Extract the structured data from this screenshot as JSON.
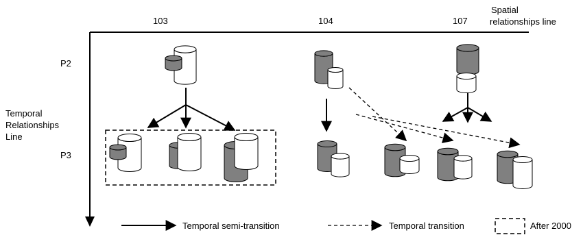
{
  "axes": {
    "spatial_line_label": [
      "Spatial",
      "relationships line"
    ],
    "temporal_line_label": [
      "Temporal",
      "Relationships",
      "Line"
    ]
  },
  "parcels": [
    "103",
    "104",
    "107"
  ],
  "periods": [
    "P2",
    "P3"
  ],
  "legend": {
    "semi_transition": "Temporal semi-transition",
    "transition": "Temporal transition",
    "after_2000": "After 2000"
  },
  "colors": {
    "filled_cylinder": "#808080",
    "empty_cylinder": "#ffffff",
    "stroke": "#000000"
  }
}
